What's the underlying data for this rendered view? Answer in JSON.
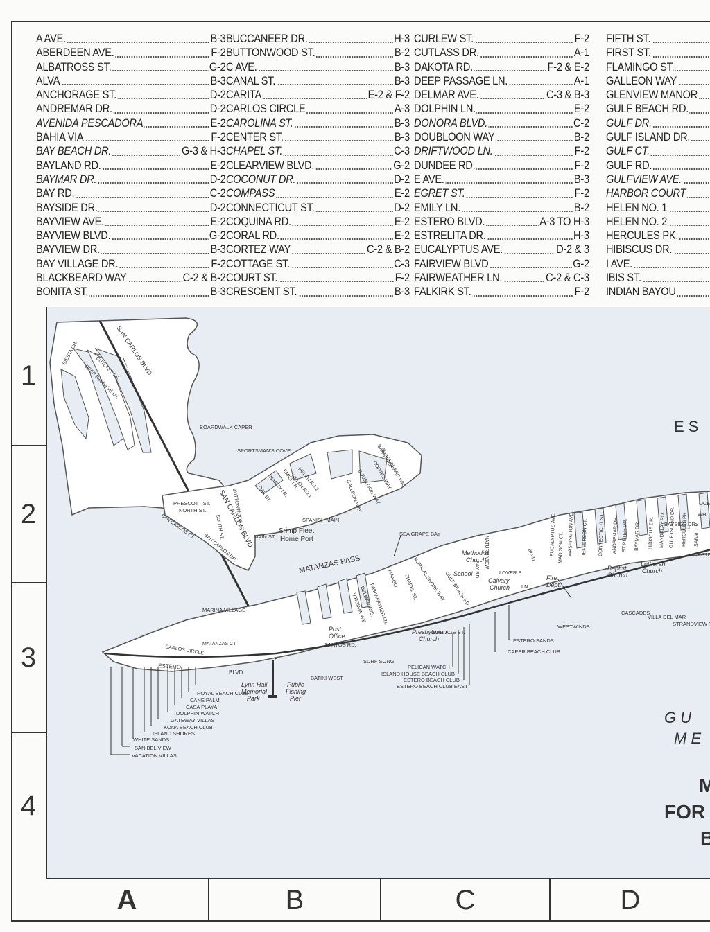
{
  "street_index": {
    "columns": [
      [
        {
          "name": "A AVE.",
          "grid": "B-3"
        },
        {
          "name": "ABERDEEN AVE.",
          "grid": "F-2"
        },
        {
          "name": "ALBATROSS ST.",
          "grid": "G-2"
        },
        {
          "name": "ALVA",
          "grid": "B-3"
        },
        {
          "name": "ANCHORAGE ST.",
          "grid": "D-2"
        },
        {
          "name": "ANDREMAR DR.",
          "grid": "D-2"
        },
        {
          "name": "AVENIDA PESCADORA",
          "grid": "E-2",
          "italic": true
        },
        {
          "name": "BAHIA VIA",
          "grid": "F-2"
        },
        {
          "name": "BAY BEACH DR.",
          "grid": "G-3 & H-3",
          "italic": true
        },
        {
          "name": "BAYLAND RD.",
          "grid": "E-2"
        },
        {
          "name": "BAYMAR DR.",
          "grid": "D-2",
          "italic": true
        },
        {
          "name": "BAY RD.",
          "grid": "C-2"
        },
        {
          "name": "BAYSIDE DR.",
          "grid": "D-2"
        },
        {
          "name": "BAYVIEW AVE.",
          "grid": "E-2"
        },
        {
          "name": "BAYVIEW BLVD.",
          "grid": "G-2"
        },
        {
          "name": "BAYVIEW DR.",
          "grid": "B-3"
        },
        {
          "name": "BAY VILLAGE DR.",
          "grid": "F-2"
        },
        {
          "name": "BLACKBEARD WAY",
          "grid": "C-2 & B-2"
        },
        {
          "name": "BONITA ST.",
          "grid": "B-3"
        }
      ],
      [
        {
          "name": "BUCCANEER DR.",
          "grid": "H-3"
        },
        {
          "name": "BUTTONWOOD ST.",
          "grid": "B-2"
        },
        {
          "name": "C AVE.",
          "grid": "B-3"
        },
        {
          "name": "CANAL ST.",
          "grid": "B-3"
        },
        {
          "name": "CARITA",
          "grid": "E-2 & F-2"
        },
        {
          "name": "CARLOS CIRCLE",
          "grid": "A-3"
        },
        {
          "name": "CAROLINA ST.",
          "grid": "B-3",
          "italic": true
        },
        {
          "name": "CENTER ST.",
          "grid": "B-3"
        },
        {
          "name": "CHAPEL ST.",
          "grid": "C-3",
          "italic": true
        },
        {
          "name": "CLEARVIEW BLVD.",
          "grid": "G-2"
        },
        {
          "name": "COCONUT DR.",
          "grid": "D-2",
          "italic": true
        },
        {
          "name": "COMPASS",
          "grid": "E-2",
          "italic": true
        },
        {
          "name": "CONNECTICUT ST.",
          "grid": "D-2"
        },
        {
          "name": "COQUINA RD.",
          "grid": "E-2"
        },
        {
          "name": "CORAL RD.",
          "grid": "E-2"
        },
        {
          "name": "CORTEZ WAY",
          "grid": "C-2 & B-2"
        },
        {
          "name": "COTTAGE ST.",
          "grid": "C-3"
        },
        {
          "name": "COURT ST.",
          "grid": "F-2"
        },
        {
          "name": "CRESCENT ST.",
          "grid": "B-3"
        }
      ],
      [
        {
          "name": "CURLEW ST.",
          "grid": "F-2"
        },
        {
          "name": "CUTLASS DR.",
          "grid": "A-1"
        },
        {
          "name": "DAKOTA RD.",
          "grid": "F-2 & E-2"
        },
        {
          "name": "DEEP PASSAGE LN.",
          "grid": "A-1"
        },
        {
          "name": "DELMAR AVE.",
          "grid": "C-3 & B-3"
        },
        {
          "name": "DOLPHIN LN.",
          "grid": "E-2"
        },
        {
          "name": "DONORA BLVD.",
          "grid": "C-2",
          "italic": true
        },
        {
          "name": "DOUBLOON WAY",
          "grid": "B-2"
        },
        {
          "name": "DRIFTWOOD LN.",
          "grid": "F-2",
          "italic": true
        },
        {
          "name": "DUNDEE RD.",
          "grid": "F-2"
        },
        {
          "name": "E AVE.",
          "grid": "B-3"
        },
        {
          "name": "EGRET ST.",
          "grid": "F-2",
          "italic": true
        },
        {
          "name": "EMILY LN.",
          "grid": "B-2"
        },
        {
          "name": "ESTERO BLVD.",
          "grid": "A-3 TO H-3"
        },
        {
          "name": "ESTRELITA DR.",
          "grid": "H-3"
        },
        {
          "name": "EUCALYPTUS AVE.",
          "grid": "D-2 & 3"
        },
        {
          "name": "FAIRVIEW BLVD",
          "grid": "G-2"
        },
        {
          "name": "FAIRWEATHER LN.",
          "grid": "C-2 & C-3"
        },
        {
          "name": "FALKIRK ST.",
          "grid": "F-2"
        }
      ],
      [
        {
          "name": "FIFTH ST.",
          "grid": ""
        },
        {
          "name": "FIRST ST.",
          "grid": ""
        },
        {
          "name": "FLAMINGO ST.",
          "grid": ""
        },
        {
          "name": "GALLEON WAY",
          "grid": ""
        },
        {
          "name": "GLENVIEW MANOR",
          "grid": ""
        },
        {
          "name": "GULF BEACH RD.",
          "grid": ""
        },
        {
          "name": "GULF DR.",
          "grid": "",
          "italic": true
        },
        {
          "name": "GULF ISLAND DR.",
          "grid": ""
        },
        {
          "name": "GULF CT.",
          "grid": "",
          "italic": true
        },
        {
          "name": "GULF RD.",
          "grid": ""
        },
        {
          "name": "GULFVIEW AVE.",
          "grid": "",
          "italic": true
        },
        {
          "name": "HARBOR COURT",
          "grid": "",
          "italic": true
        },
        {
          "name": "HELEN NO. 1",
          "grid": ""
        },
        {
          "name": "HELEN NO. 2",
          "grid": ""
        },
        {
          "name": "HERCULES PK.",
          "grid": ""
        },
        {
          "name": "HIBISCUS DR.",
          "grid": ""
        },
        {
          "name": "I AVE.",
          "grid": ""
        },
        {
          "name": "IBIS ST.",
          "grid": ""
        },
        {
          "name": "INDIAN BAYOU",
          "grid": ""
        }
      ]
    ]
  },
  "grid": {
    "rows": [
      "1",
      "2",
      "3",
      "4"
    ],
    "columns": [
      "A",
      "B",
      "C",
      "D"
    ]
  },
  "map": {
    "colors": {
      "water": "#e7edf3",
      "land": "#ffffff",
      "outline": "#555555",
      "road": "#333333"
    },
    "street_labels": {
      "san_carlos_blvd_north": "SAN CARLOS BLVD",
      "san_carlos_blvd_south": "SAN CARLOS BLVD",
      "siesta_dr": "SIESTA DR.",
      "cutlass_dr": "CUTLASS DR.",
      "deep_passage": "DEEP PASSAGE LN.",
      "prescott": "PRESCOTT ST.",
      "north_st": "NORTH ST.",
      "san_carlos_ct": "SAN CARLOS CT.",
      "south_st": "SOUTH ST.",
      "san_carlos_dr": "SAN CARLOS DR.",
      "main_st": "MAIN ST.",
      "spanish_main": "SPANISH MAIN",
      "buttonwood": "BUTTONWOOD ST.",
      "oak_st": "OAK ST.",
      "nancy_ln": "NANCY LN.",
      "emily_ln": "EMILY LN.",
      "helen1": "HELEN NO.1",
      "helen2": "HELEN NO.2",
      "blackbeard": "BLACKBEARD WAY",
      "barbados": "BARBADOS",
      "cortez": "CORTEZ WAY",
      "doubloon": "DOUBLOON WAY",
      "galleon": "GALLEON WAY",
      "estero_west": "ESTERO",
      "blvd": "BLVD.",
      "carlos_circle": "CARLOS CIRCLE",
      "matanzas_ct": "MATANZAS CT.",
      "mango": "MANGO",
      "chapel": "CHAPEL ST.",
      "tropical_shore": "TROPICAL SHORE WAY",
      "gulf_beach_rd": "GULF BEACH RD.",
      "santos_rd": "SANTOS RD.",
      "fairweather": "FAIRWEATHER LN.",
      "delmar": "DELMAR AVE.",
      "virginia": "VIRGINIA AVE.",
      "cottage": "COTTAGE ST.",
      "nature_view": "NATURE VIEW",
      "bay_rd": "BAY RD.",
      "lover_s": "LOVER S",
      "ln": "LN.",
      "blvd_d": "BLVD",
      "eucalyptus": "EUCALYPTUS AVE.",
      "madison": "MADISON CT.",
      "washington": "WASHINGTON AVE.",
      "jefferson": "JEFFERSON CT.",
      "connecticut": "CONNECTICUT ST.",
      "andremar": "ANDREMAR DR.",
      "st_peter": "ST PETER DR.",
      "baymar": "BAYMAR DR.",
      "hibiscus": "HIBISCUS DR.",
      "mandalay": "MANDALAY RD.",
      "gulf_island": "GULF ISLAND DR.",
      "hercules": "HERCULES PK.",
      "sabal": "SABAL DR.",
      "bayside": "BAYSIDE DR.",
      "estero_east": "ESTERO"
    },
    "places": {
      "boardwalk_caper": "BOARDWALK CAPER",
      "sportsmans_cove": "SPORTSMAN'S COVE",
      "shrimp_fleet_1": "Srimp Fleet",
      "shrimp_fleet_2": "Home Port",
      "matanzas_pass": "MATANZAS PASS",
      "sea_grape_bay": "SEA GRAPE BAY",
      "marina_village": "MARINA VILLAGE",
      "methodist_1": "Methodist",
      "methodist_2": "Church",
      "school": "School",
      "calvary_1": "Calvary",
      "calvary_2": "Church",
      "baptist_1": "Baptist",
      "baptist_2": "Church",
      "lutheran_1": "Lutheran",
      "lutheran_2": "Church",
      "fire_dept_1": "Fire",
      "fire_dept_2": "Dept.",
      "presbyterian_1": "Presbyterian",
      "presbyterian_2": "Church",
      "post_office_1": "Post",
      "post_office_2": "Office",
      "lynn_hall_1": "Lynn Hall",
      "lynn_hall_2": "Memorial",
      "lynn_hall_3": "Park",
      "fishing_pier_1": "Public",
      "fishing_pier_2": "Fishing",
      "fishing_pier_3": "Pier",
      "cascades": "CASCADES",
      "villa_del_mar": "VILLA DEL MAR",
      "strandview": "STRANDVIEW TO",
      "westwinds": "WESTWINDS",
      "estero_sands": "ESTERO SANDS",
      "caper_beach_club": "CAPER BEACH CLUB",
      "surf_song": "SURF SONG",
      "batiki_west": "BATIKI WEST",
      "pelican_watch": "PELICAN WATCH",
      "island_house": "ISLAND HOUSE BEACH CLUB",
      "estero_beach_club": "ESTERO BEACH CLUB",
      "estero_beach_club_east": "ESTERO BEACH CLUB EAST",
      "royal_beach_club": "ROYAL BEACH CLUB",
      "cane_palm": "CANE PALM",
      "casa_playa": "CASA PLAYA",
      "dolphin_watch": "DOLPHIN WATCH",
      "gateway_villas": "GATEWAY VILLAS",
      "kona_beach_club": "KONA BEACH CLUB",
      "island_shores": "ISLAND SHORES",
      "white_sands": "WHITE SANDS",
      "sanibel_view": "SANIBEL VIEW",
      "vacation_villas": "VACATION VILLAS",
      "ocean": "OCEA",
      "white": "WHITE"
    },
    "cropped_text": {
      "es": "E S",
      "gu": "G U",
      "me": "M E",
      "m": "M",
      "for": "FOR",
      "b": "B"
    }
  }
}
